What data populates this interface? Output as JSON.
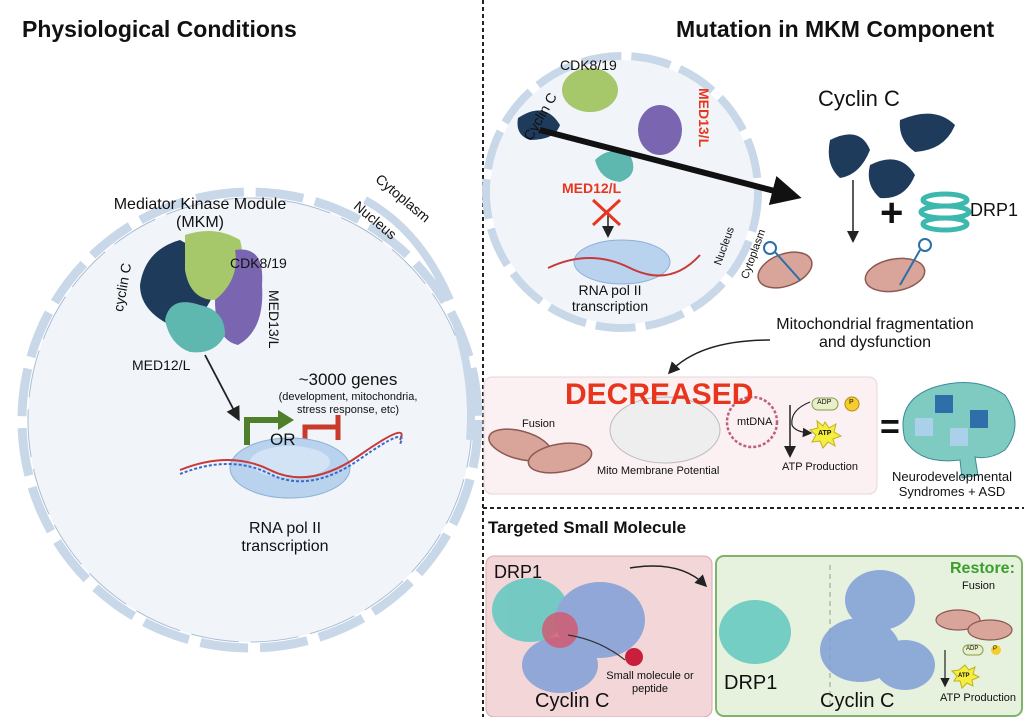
{
  "left": {
    "title": "Physiological Conditions",
    "cytoplasm": "Cytoplasm",
    "nucleus": "Nucleus",
    "mkm_title_1": "Mediator Kinase Module",
    "mkm_title_2": "(MKM)",
    "cdk": "CDK8/19",
    "med13": "MED13/L",
    "cyclin": "cyclin C",
    "med12": "MED12/L",
    "genes": "~3000 genes",
    "genes_detail_1": "(development, mitochondria,",
    "genes_detail_2": "stress response, etc)",
    "or": "OR",
    "rna_1": "RNA pol II",
    "rna_2": "transcription"
  },
  "right": {
    "title": "Mutation in MKM Component",
    "cdk": "CDK8/19",
    "cyclin": "Cyclin C",
    "med13": "MED13/L",
    "med12": "MED12/L",
    "nucleus": "Nucleus",
    "cytoplasm": "Cytoplasm",
    "rna_1": "RNA pol II",
    "rna_2": "transcription",
    "cyclin_big": "Cyclin C",
    "plus": "+",
    "drp1": "DRP1",
    "mito_1": "Mitochondrial fragmentation",
    "mito_2": "and dysfunction"
  },
  "decreased": {
    "title": "DECREASED",
    "fusion": "Fusion",
    "mmp": "Mito Membrane Potential",
    "mtdna": "mtDNA",
    "adp": "ADP",
    "p": "P",
    "atp": "ATP",
    "atp_prod": "ATP Production",
    "equals": "=",
    "neuro_1": "Neurodevelopmental",
    "neuro_2": "Syndromes + ASD"
  },
  "bottom": {
    "title": "Targeted Small Molecule",
    "drp1_left": "DRP1",
    "small_mol_1": "Small molecule or",
    "small_mol_2": "peptide",
    "cyclin_left": "Cyclin C",
    "drp1_right": "DRP1",
    "cyclin_right": "Cyclin C",
    "restore": "Restore:",
    "fusion": "Fusion",
    "adp": "ADP",
    "p": "P",
    "atp": "ATP",
    "atp_prod": "ATP Production"
  },
  "colors": {
    "cyclin": "#1f3b5c",
    "cdk": "#a6c86a",
    "med13": "#7a66b0",
    "med12": "#5fb8b0",
    "drp1": "#3cb8ae",
    "red": "#e8361e",
    "green_arrow": "#4f7f2a",
    "restore": "#3aa02c"
  }
}
